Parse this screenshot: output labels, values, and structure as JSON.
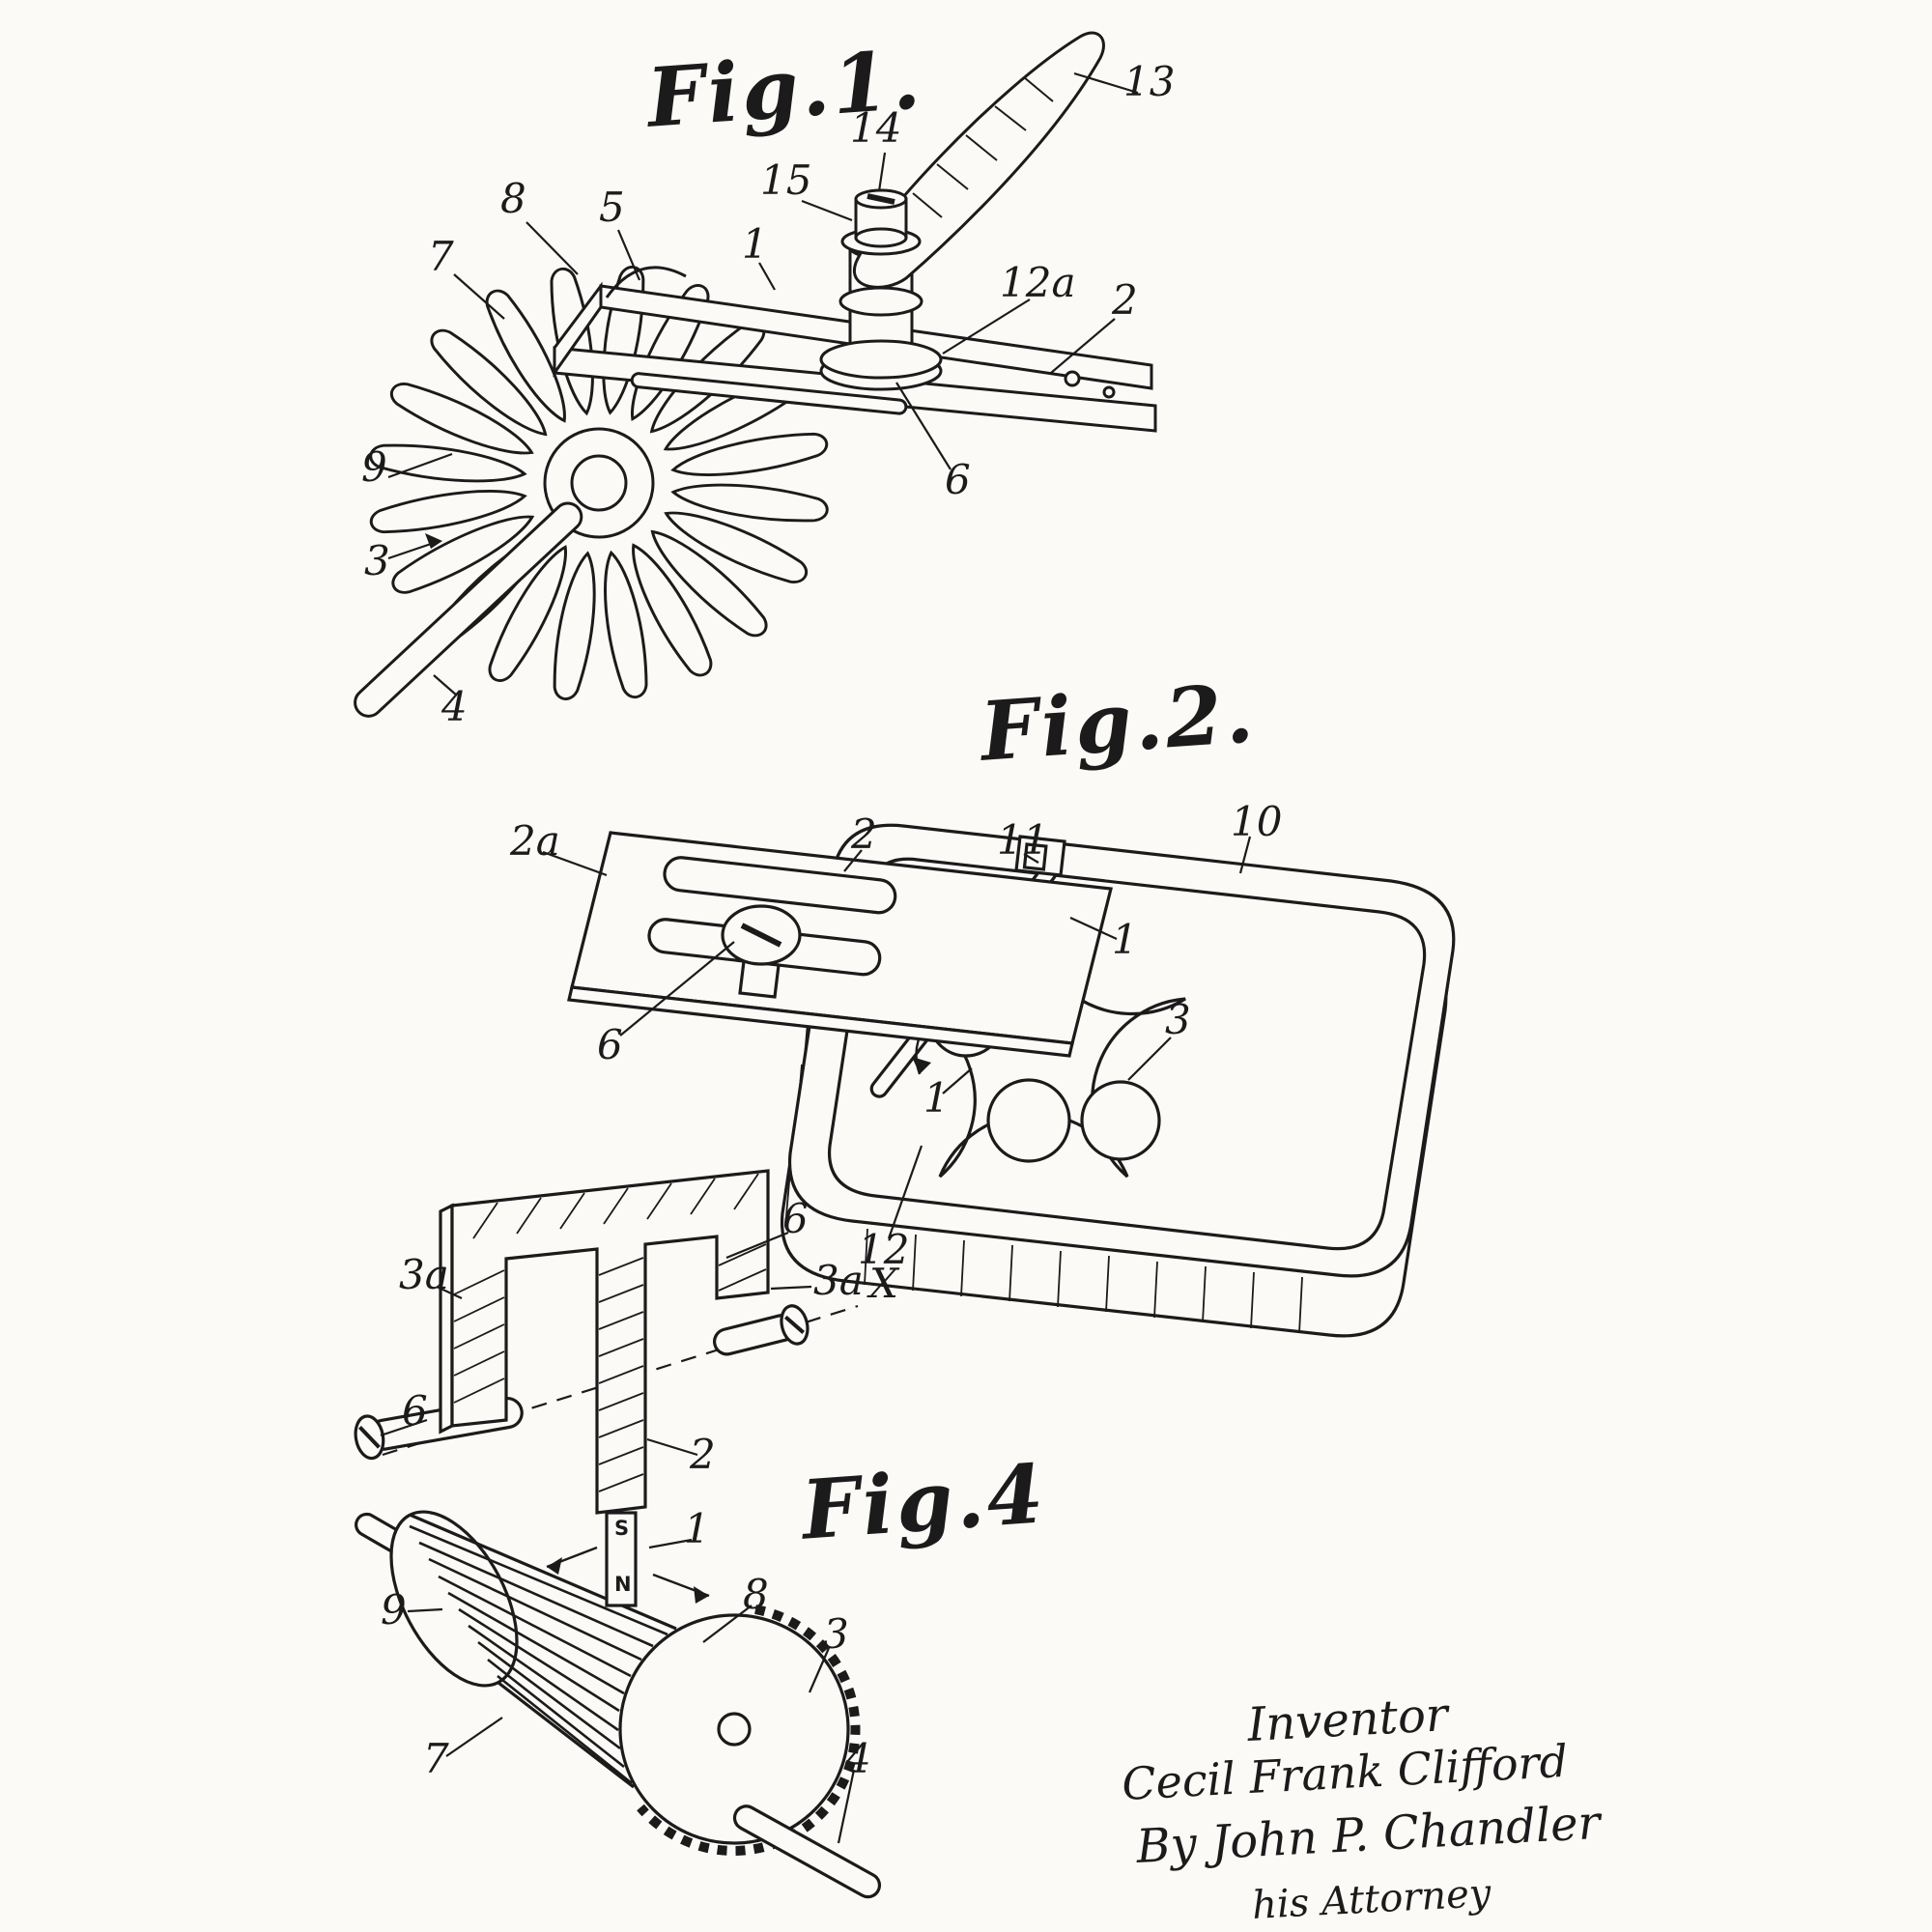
{
  "colors": {
    "ink": "#1b1b1b",
    "paper": "#fbfaf7"
  },
  "fig1": {
    "label": "Fig.1.",
    "callouts": {
      "c7": "7",
      "c8": "8",
      "c5": "5",
      "c1": "1",
      "c14": "14",
      "c15": "15",
      "c13": "13",
      "c12a": "12a",
      "c2": "2",
      "c6": "6",
      "c9": "9",
      "c3": "3",
      "c4": "4"
    }
  },
  "fig2": {
    "label": "Fig.2.",
    "callouts": {
      "c2a": "2a",
      "c2": "2",
      "c11": "11",
      "c10": "10",
      "c6": "6",
      "c1a": "1",
      "c3": "3",
      "c1b": "1",
      "c12": "12"
    }
  },
  "fig3": {
    "callouts": {
      "c3a_left": "3a",
      "c6_top": "6",
      "c3a_right": "3a",
      "c6_bottom": "6",
      "c2": "2",
      "cx": "X"
    }
  },
  "fig4": {
    "label": "Fig.4",
    "callouts": {
      "c1": "1",
      "c9": "9",
      "c8": "8",
      "c3": "3",
      "c7": "7",
      "c4": "4"
    },
    "magnet": {
      "south": "S",
      "north": "N"
    }
  },
  "signature": {
    "line1": "Inventor",
    "line2": "Cecil Frank Clifford",
    "line3": "By  John P. Chandler",
    "line4": "his Attorney"
  }
}
